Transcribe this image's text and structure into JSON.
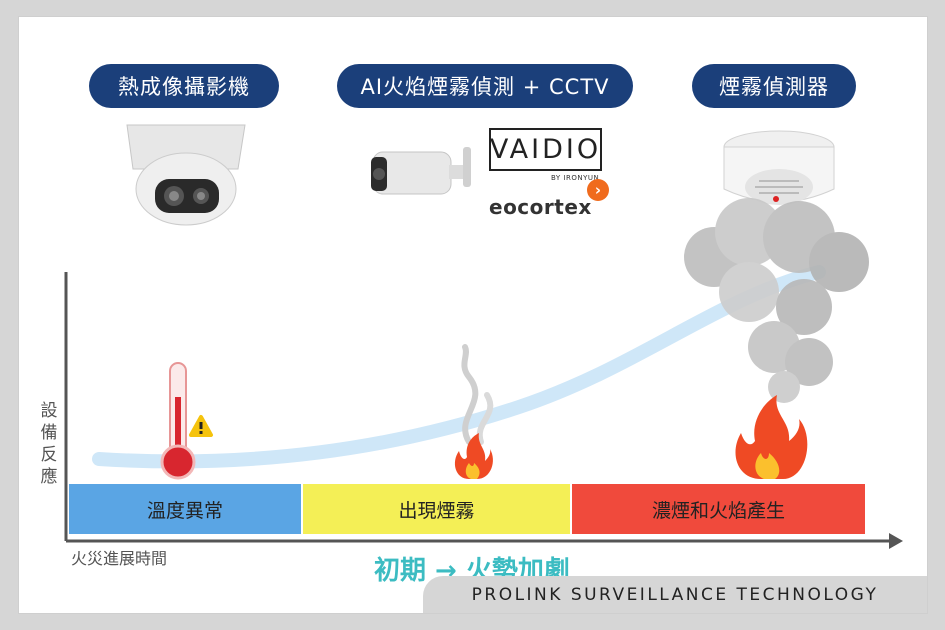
{
  "devices": {
    "thermal": "熱成像攝影機",
    "ai": "AI火焰煙霧偵測 + CCTV",
    "smoke": "煙霧偵測器"
  },
  "logos": {
    "vaidio": "VAIDIO",
    "vaidio_by": "BY IRONYUN",
    "eocortex": "eocortex"
  },
  "axes": {
    "y_label": "設備反應",
    "x_label": "火災進展時間"
  },
  "stages": [
    {
      "label": "溫度異常",
      "color": "#5aa5e4"
    },
    {
      "label": "出現煙霧",
      "color": "#f4ef56"
    },
    {
      "label": "濃煙和火焰產生",
      "color": "#f04a3c"
    }
  ],
  "headline": "初期 → 火勢加劇",
  "footer": "PROLINK SURVEILLANCE TECHNOLOGY",
  "icons": [
    "thermometer-icon",
    "warning-icon",
    "fire-icon",
    "smoke-icon",
    "thermal-camera-icon",
    "bullet-camera-icon",
    "smoke-detector-icon"
  ],
  "colors": {
    "pill": "#1b3f7a",
    "curve": "#cfe7f8",
    "headline": "#3cbcc2"
  }
}
